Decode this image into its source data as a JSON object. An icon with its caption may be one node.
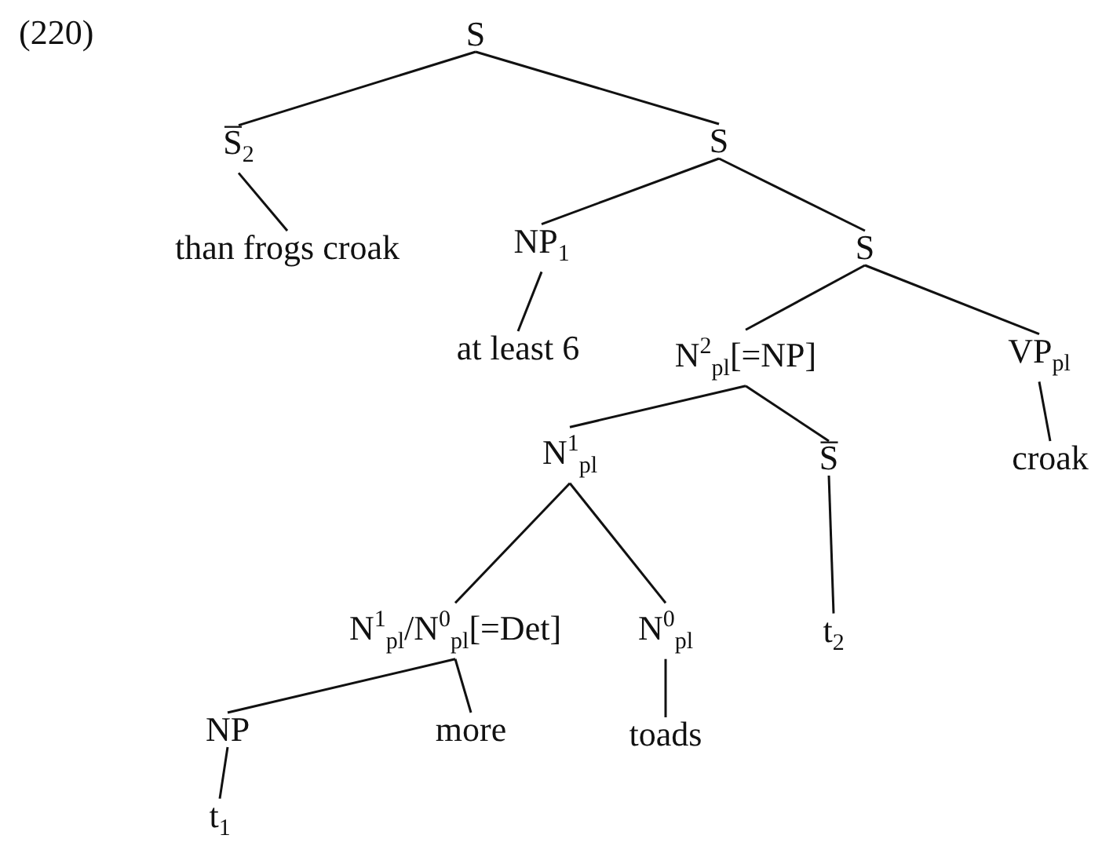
{
  "diagram": {
    "nodes": [
      {
        "text": [
          "S"
        ]
      },
      {
        "text": [
          "S̅$_{2}$"
        ]
      },
      {
        "text": [
          "than frogs croak"
        ]
      },
      {
        "text": [
          "S"
        ]
      },
      {
        "text": [
          "NP$_{1}$"
        ]
      },
      {
        "text": [
          "S"
        ]
      },
      {
        "text": [
          "at least 6"
        ]
      },
      {
        "text": [
          "N$^{2}$$_{pl}$[=NP]"
        ]
      },
      {
        "text": [
          "VP$_{pl}$"
        ]
      },
      {
        "text": [
          "N$^{1}$$_{pl}$"
        ]
      },
      {
        "text": [
          "S̅"
        ]
      },
      {
        "text": [
          "croak"
        ]
      },
      {
        "text": [
          "N$^{1}$$_{pl}$/N$^{0}$$_{pl}$[=Det]"
        ]
      },
      {
        "text": [
          "N$^{0}$$_{pl}$"
        ]
      },
      {
        "text": [
          "t$_{2}$"
        ]
      },
      {
        "text": [
          "NP"
        ]
      },
      {
        "text": [
          "more"
        ]
      },
      {
        "text": [
          "toads"
        ]
      },
      {
        "text": [
          "t$_{1}$"
        ]
      }
    ],
    "edges": [
      {
        "from": 0,
        "to": 1,
        "arrow": "none"
      },
      {
        "from": 0,
        "to": 3,
        "arrow": "none"
      },
      {
        "from": 1,
        "to": 2,
        "arrow": "none"
      },
      {
        "from": 3,
        "to": 4,
        "arrow": "none"
      },
      {
        "from": 3,
        "to": 5,
        "arrow": "none"
      },
      {
        "from": 4,
        "to": 6,
        "arrow": "none"
      },
      {
        "from": 5,
        "to": 7,
        "arrow": "none"
      },
      {
        "from": 5,
        "to": 8,
        "arrow": "none"
      },
      {
        "from": 7,
        "to": 9,
        "arrow": "none"
      },
      {
        "from": 7,
        "to": 10,
        "arrow": "none"
      },
      {
        "from": 8,
        "to": 11,
        "arrow": "none"
      },
      {
        "from": 9,
        "to": 12,
        "arrow": "none"
      },
      {
        "from": 9,
        "to": 13,
        "arrow": "none"
      },
      {
        "from": 10,
        "to": 14,
        "arrow": "none"
      },
      {
        "from": 12,
        "to": 15,
        "arrow": "none"
      },
      {
        "from": 12,
        "to": 16,
        "arrow": "none"
      },
      {
        "from": 13,
        "to": 17,
        "arrow": "none"
      },
      {
        "from": 15,
        "to": 18,
        "arrow": "none"
      }
    ],
    "labels": [
      "(220)"
    ]
  }
}
